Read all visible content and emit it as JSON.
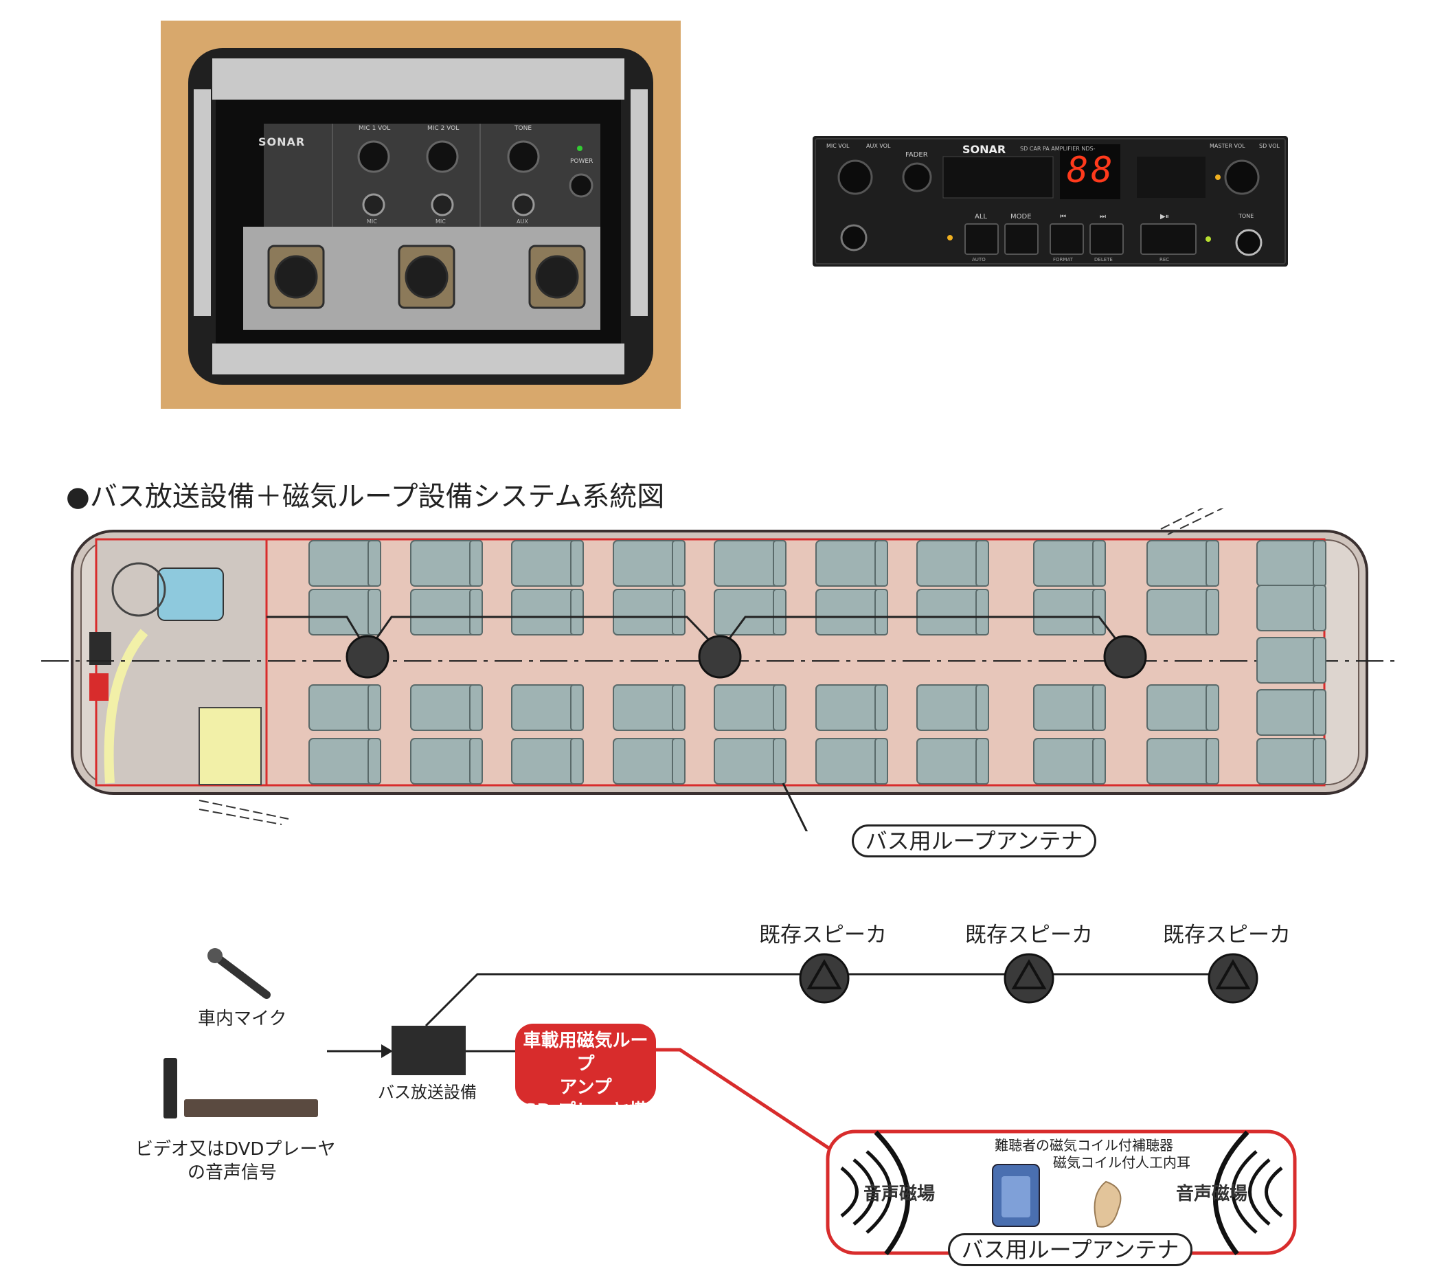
{
  "photos": {
    "portable_amp": {
      "brand": "SONAR",
      "knob_labels": [
        "MIC 1 VOL",
        "MIC 2 VOL",
        "TONE",
        "POWER"
      ],
      "jack_labels": [
        "MIC",
        "MIC",
        "AUX"
      ]
    },
    "car_amp": {
      "brand": "SONAR",
      "model": "SD CAR PA AMPLIFIER NDS-",
      "display": "88",
      "knob_labels": [
        "MIC VOL",
        "AUX VOL",
        "FADER",
        "MASTER VOL",
        "SD VOL",
        "TONE"
      ],
      "button_labels": [
        "ALL",
        "MODE",
        "⏮",
        "⏭",
        "▶⏸"
      ],
      "sub_labels": [
        "AUTO",
        "FORMAT",
        "DELETE",
        "REC"
      ]
    }
  },
  "section_title": "●バス放送設備＋磁気ループ設備システム系統図",
  "bus_antenna_label": "バス用ループアンテナ",
  "speakers": [
    "既存スピーカ",
    "既存スピーカ",
    "既存スピーカ"
  ],
  "sources": {
    "mic": "車内マイク",
    "video_line1": "ビデオ又はDVDプレーヤ",
    "video_line2": "の音声信号"
  },
  "broadcast_unit": "バス放送設備",
  "loop_amp": {
    "line1": "車載用磁気ループ",
    "line2": "アンプ",
    "line3": "SD プレーヤ搭載"
  },
  "hearing": {
    "line1": "難聴者の磁気コイル付補聴器",
    "line2": "磁気コイル付人工内耳",
    "field_left": "音声磁場",
    "field_right": "音声磁場",
    "antenna_label": "バス用ループアンテナ"
  },
  "colors": {
    "loop_red": "#d82c2c",
    "seat": "#9fb3b3",
    "floor": "#e7c6ba",
    "driver_seat": "#8ec9dd",
    "door": "#f2f0a8"
  }
}
